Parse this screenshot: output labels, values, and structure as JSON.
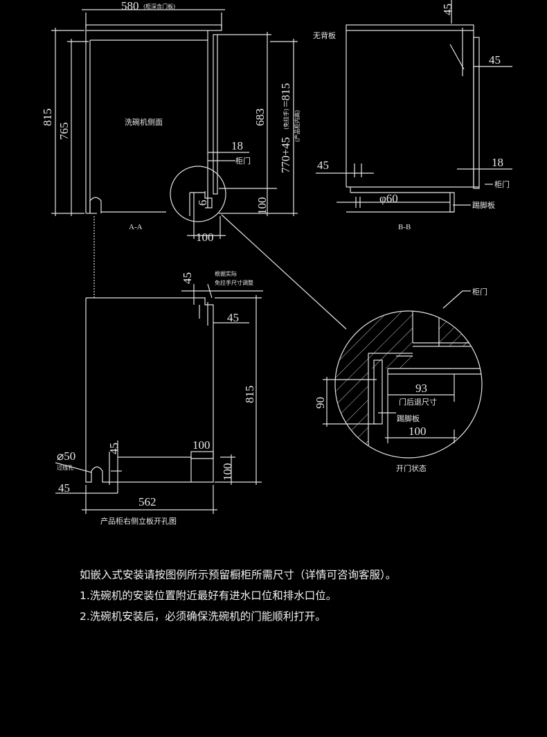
{
  "colors": {
    "background": "#000000",
    "line": "#e6e6e6",
    "text": "#f2f2f2"
  },
  "view_aa": {
    "top_width": "580",
    "top_width_note": "(柜深含门板)",
    "h_815": "815",
    "h_765": "765",
    "h_683": "683",
    "h_total": "770+45",
    "h_total_note": "(免拉手)",
    "h_total_eq": "=815",
    "h_inner_note": "(产品柜内高)",
    "side_label": "洗碗机侧面",
    "d_18": "18",
    "door_label": "柜门",
    "d_6": "6",
    "d_100_v": "100",
    "d_100_h": "100",
    "caption": "A-A"
  },
  "view_bb": {
    "top_45": "45",
    "no_back_label": "无背板",
    "right_45": "45",
    "left_45": "45",
    "d_18": "18",
    "door_label": "柜门",
    "hole_dia": "φ60",
    "kick_label": "踢脚板",
    "caption": "B-B"
  },
  "panel": {
    "d_45_top": "45",
    "adjust_note_1": "根据实际",
    "adjust_note_2": "免拉手尺寸调整",
    "d_45_right": "45",
    "h_815": "815",
    "d_100_top": "100",
    "d_100_v": "100",
    "hole_dia": "⌀50",
    "hole_label": "过线孔",
    "d_45_hole": "45",
    "d_45_left": "45",
    "width_562": "562",
    "caption": "产品柜右侧立板开孔图"
  },
  "detail": {
    "door_label": "柜门",
    "d_93": "93",
    "recess_label": "门后退尺寸",
    "d_90": "90",
    "kick_label": "踢脚板",
    "d_100": "100",
    "caption": "开门状态"
  },
  "notes": [
    "如嵌入式安装请按图例所示预留橱柜所需尺寸（详情可咨询客服）。",
    "1.洗碗机的安装位置附近最好有进水口位和排水口位。",
    "2.洗碗机安装后，必须确保洗碗机的门能顺利打开。"
  ]
}
